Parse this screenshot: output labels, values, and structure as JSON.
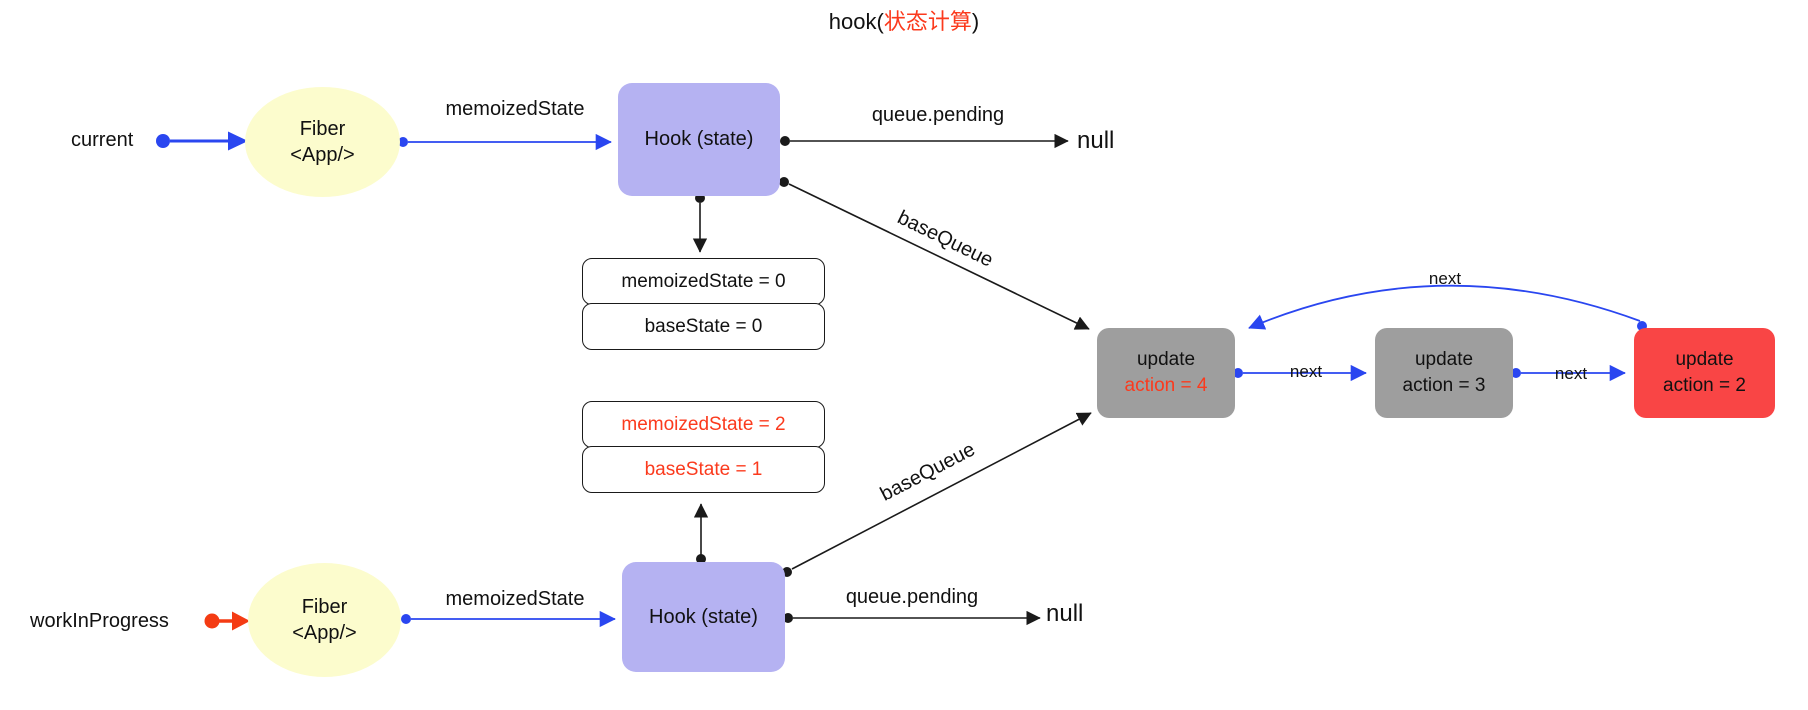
{
  "title": {
    "prefix": "hook(",
    "highlight": "状态计算",
    "suffix": ")"
  },
  "labels": {
    "current": "current",
    "work_in_progress": "workInProgress"
  },
  "nodes": {
    "fiber_current": {
      "line1": "Fiber",
      "line2": "<App/>"
    },
    "fiber_wip": {
      "line1": "Fiber",
      "line2": "<App/>"
    },
    "hook_current": {
      "label": "Hook (state)"
    },
    "hook_wip": {
      "label": "Hook (state)"
    },
    "state_current": {
      "row1": "memoizedState = 0",
      "row2": "baseState = 0"
    },
    "state_wip": {
      "row1": "memoizedState = 2",
      "row2": "baseState = 1"
    },
    "update4": {
      "line1": "update",
      "line2": "action = 4"
    },
    "update3": {
      "line1": "update",
      "line2": "action = 3"
    },
    "update2": {
      "line1": "update",
      "line2": "action = 2"
    }
  },
  "edge_labels": {
    "memoized_top": "memoizedState",
    "memoized_bottom": "memoizedState",
    "queue_pending_top": "queue.pending",
    "queue_pending_bottom": "queue.pending",
    "null_top": "null",
    "null_bottom": "null",
    "base_queue_top": "baseQueue",
    "base_queue_bottom": "baseQueue",
    "next_1": "next",
    "next_2": "next",
    "next_loop": "next"
  },
  "colors": {
    "link_blue": "#2a46f0",
    "fiber_yellow": "#fcfccd",
    "hook_lavender": "#b5b2f2",
    "update_gray": "#9e9e9e",
    "update_red": "#f94545",
    "highlight_red_text": "#fb3a1d",
    "wip_arrow_red": "#f43b13",
    "line_black": "#1a1a1a"
  }
}
